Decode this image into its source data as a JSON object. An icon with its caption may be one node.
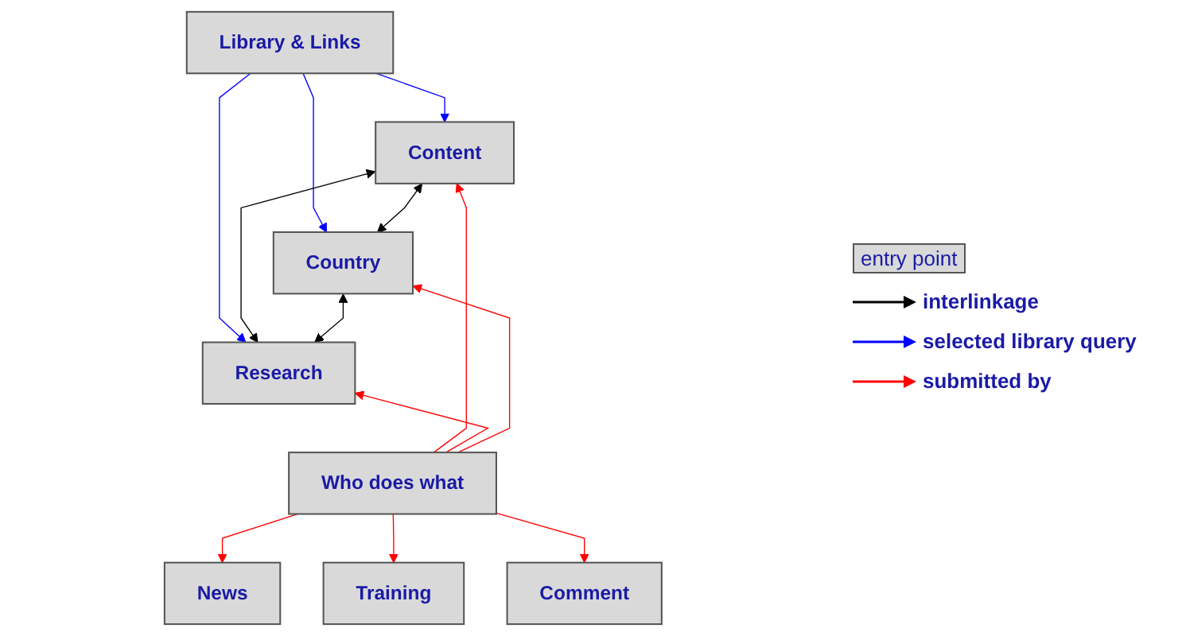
{
  "diagram": {
    "nodes": [
      {
        "text": [
          "Library & Links"
        ]
      },
      {
        "text": [
          "Content"
        ]
      },
      {
        "text": [
          "Country"
        ]
      },
      {
        "text": [
          "Research"
        ]
      },
      {
        "text": [
          "Who does what"
        ]
      },
      {
        "text": [
          "News"
        ]
      },
      {
        "text": [
          "Training"
        ]
      },
      {
        "text": [
          "Comment"
        ]
      }
    ],
    "edges": [
      {
        "from": 0,
        "to": 1,
        "arrow": "to",
        "color": "#0000ff"
      },
      {
        "from": 0,
        "to": 2,
        "arrow": "to",
        "color": "#0000ff"
      },
      {
        "from": 0,
        "to": 3,
        "arrow": "to",
        "color": "#0000ff"
      },
      {
        "from": 1,
        "to": 2,
        "arrow": "both",
        "color": "#000000"
      },
      {
        "from": 1,
        "to": 3,
        "arrow": "both",
        "color": "#000000"
      },
      {
        "from": 2,
        "to": 3,
        "arrow": "both",
        "color": "#000000"
      },
      {
        "from": 4,
        "to": 1,
        "arrow": "to",
        "color": "#ff0000"
      },
      {
        "from": 4,
        "to": 3,
        "arrow": "to",
        "color": "#ff0000"
      },
      {
        "from": 4,
        "to": 2,
        "arrow": "to",
        "color": "#ff0000"
      },
      {
        "from": 4,
        "to": 5,
        "arrow": "to",
        "color": "#ff0000"
      },
      {
        "from": 4,
        "to": 6,
        "arrow": "to",
        "color": "#ff0000"
      },
      {
        "from": 4,
        "to": 7,
        "arrow": "to",
        "color": "#ff0000"
      }
    ],
    "legend": [
      {
        "text": "entry point",
        "color": "#d9d9d9"
      },
      {
        "text": "interlinkage"
      },
      {
        "text": "selected library query"
      },
      {
        "text": "submitted by"
      }
    ]
  }
}
